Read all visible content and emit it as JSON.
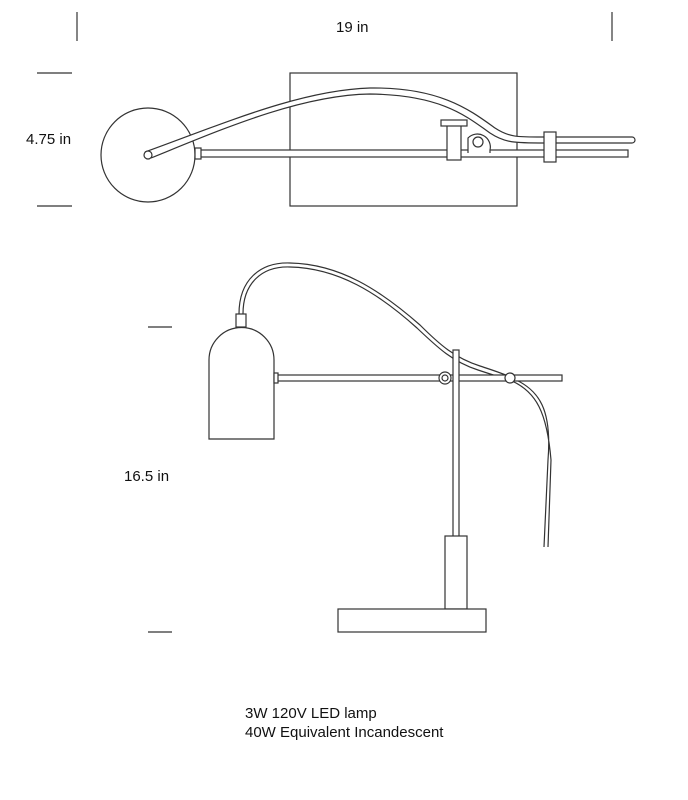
{
  "dimensions": {
    "width": "19 in",
    "depth": "4.75 in",
    "height": "16.5 in"
  },
  "specs": [
    "3W 120V LED lamp",
    "40W Equivalent Incandescent"
  ],
  "colors": {
    "line": "#333333",
    "background": "#ffffff"
  }
}
